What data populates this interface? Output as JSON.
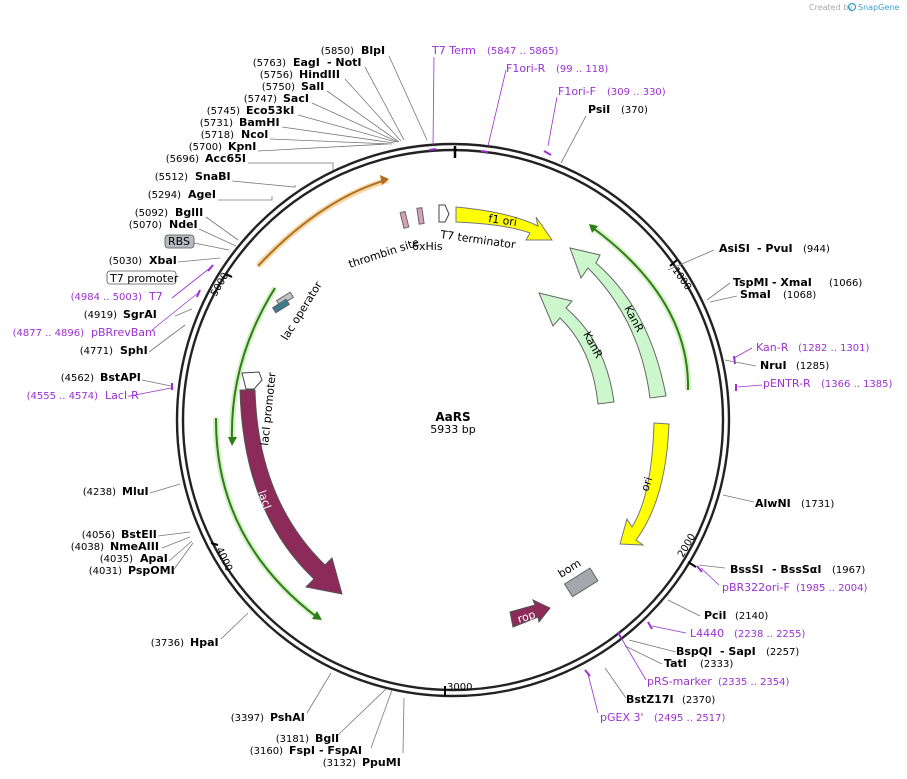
{
  "watermark": "Created by",
  "brand": "SnapGene",
  "plasmid": {
    "name": "AaRS",
    "size": "5933 bp"
  },
  "ticks": [
    "1000",
    "2000",
    "3000",
    "4000",
    "5000"
  ],
  "left_sites": [
    {
      "pos": "(5850)",
      "name": "BlpI"
    },
    {
      "pos": "(5763)",
      "name": "EagI",
      "extra": "- NotI"
    },
    {
      "pos": "(5756)",
      "name": "HindIII"
    },
    {
      "pos": "(5750)",
      "name": "SalI"
    },
    {
      "pos": "(5747)",
      "name": "SacI"
    },
    {
      "pos": "(5745)",
      "name": "Eco53kI"
    },
    {
      "pos": "(5731)",
      "name": "BamHI"
    },
    {
      "pos": "(5718)",
      "name": "NcoI"
    },
    {
      "pos": "(5700)",
      "name": "KpnI"
    },
    {
      "pos": "(5696)",
      "name": "Acc65I"
    },
    {
      "pos": "(5512)",
      "name": "SnaBI"
    },
    {
      "pos": "(5294)",
      "name": "AgeI"
    },
    {
      "pos": "(5092)",
      "name": "BglII"
    },
    {
      "pos": "(5070)",
      "name": "NdeI"
    },
    {
      "pos": "(5030)",
      "name": "XbaI"
    },
    {
      "pos": "(4919)",
      "name": "SgrAI"
    },
    {
      "pos": "(4771)",
      "name": "SphI"
    },
    {
      "pos": "(4562)",
      "name": "BstAPI"
    },
    {
      "pos": "(4238)",
      "name": "MluI"
    },
    {
      "pos": "(4056)",
      "name": "BstEII"
    },
    {
      "pos": "(4038)",
      "name": "NmeAIII"
    },
    {
      "pos": "(4035)",
      "name": "ApaI"
    },
    {
      "pos": "(4031)",
      "name": "PspOMI"
    },
    {
      "pos": "(3736)",
      "name": "HpaI"
    },
    {
      "pos": "(3397)",
      "name": "PshAI"
    },
    {
      "pos": "(3181)",
      "name": "BglI"
    },
    {
      "pos": "(3160)",
      "name": "FspI",
      "extra": "- FspAI"
    },
    {
      "pos": "(3132)",
      "name": "PpuMI"
    }
  ],
  "right_sites": [
    {
      "name": "PsiI",
      "pos": "(370)"
    },
    {
      "name": "AsiSI",
      "extra": "- PvuI",
      "pos": "(944)"
    },
    {
      "name": "TspMI",
      "extra": "- XmaI",
      "pos": "(1066)"
    },
    {
      "name": "SmaI",
      "pos": "(1068)"
    },
    {
      "name": "NruI",
      "pos": "(1285)"
    },
    {
      "name": "AlwNI",
      "pos": "(1731)"
    },
    {
      "name": "BssSI",
      "extra": "- BssSαI",
      "pos": "(1967)"
    },
    {
      "name": "PciI",
      "pos": "(2140)"
    },
    {
      "name": "BspQI",
      "extra": "- SapI",
      "pos": "(2257)"
    },
    {
      "name": "TatI",
      "pos": "(2333)"
    },
    {
      "name": "BstZ17I",
      "pos": "(2370)"
    }
  ],
  "primers": {
    "t7term": {
      "name": "T7 Term",
      "range": "(5847 .. 5865)"
    },
    "f1orir": {
      "name": "F1ori-R",
      "range": "(99 .. 118)"
    },
    "f1orif": {
      "name": "F1ori-F",
      "range": "(309 .. 330)"
    },
    "kanr": {
      "name": "Kan-R",
      "range": "(1282 .. 1301)"
    },
    "pentrr": {
      "name": "pENTR-R",
      "range": "(1366 .. 1385)"
    },
    "pbr322": {
      "name": "pBR322ori-F",
      "range": "(1985 .. 2004)"
    },
    "l4440": {
      "name": "L4440",
      "range": "(2238 .. 2255)"
    },
    "prs": {
      "name": "pRS-marker",
      "range": "(2335 .. 2354)"
    },
    "pgex": {
      "name": "pGEX 3'",
      "range": "(2495 .. 2517)"
    },
    "t7": {
      "name": "T7",
      "range": "(4984 .. 5003)"
    },
    "pbrrevbam": {
      "name": "pBRrevBam",
      "range": "(4877 .. 4896)"
    },
    "lacir": {
      "name": "LacI-R",
      "range": "(4555 .. 4574)"
    }
  },
  "boxed": {
    "rbs": "RBS",
    "t7promoter": "T7 promoter"
  },
  "features": {
    "f1ori": "f1 ori",
    "t7terminator": "T7 terminator",
    "his": "6xHis",
    "thrombin": "thrombin site",
    "kanr_outer": "KanR",
    "kanr_inner": "KanR",
    "ori": "ori",
    "bom": "bom",
    "rop": "rop",
    "laci": "lacI",
    "laci_promoter": "lacI promoter",
    "lac_operator": "lac operator"
  },
  "colors": {
    "primer": "#9b30d0",
    "f1ori": "#ffff00",
    "kanr": "#ccf7cc",
    "laci": "#8c2a5a",
    "bom": "#a4a8ac",
    "orange_arc": "#e8a64e",
    "green_arc": "#4aa82c"
  }
}
